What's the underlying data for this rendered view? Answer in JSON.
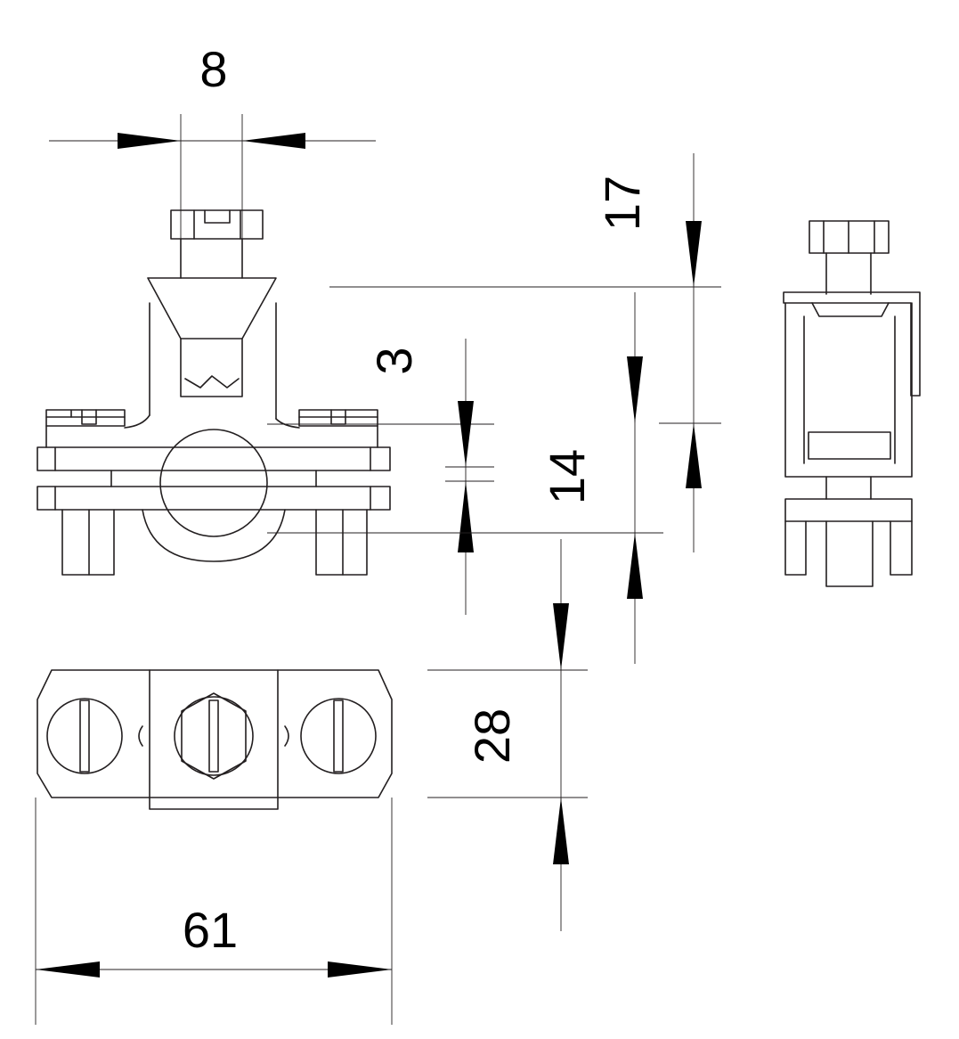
{
  "colors": {
    "line": "#231f20",
    "arrow": "#000000",
    "background": "#ffffff"
  },
  "dimensions": {
    "bolt_width": "8",
    "screw_height": "17",
    "gap": "3",
    "clamp_height": "14",
    "base_depth": "28",
    "overall_width": "61"
  }
}
